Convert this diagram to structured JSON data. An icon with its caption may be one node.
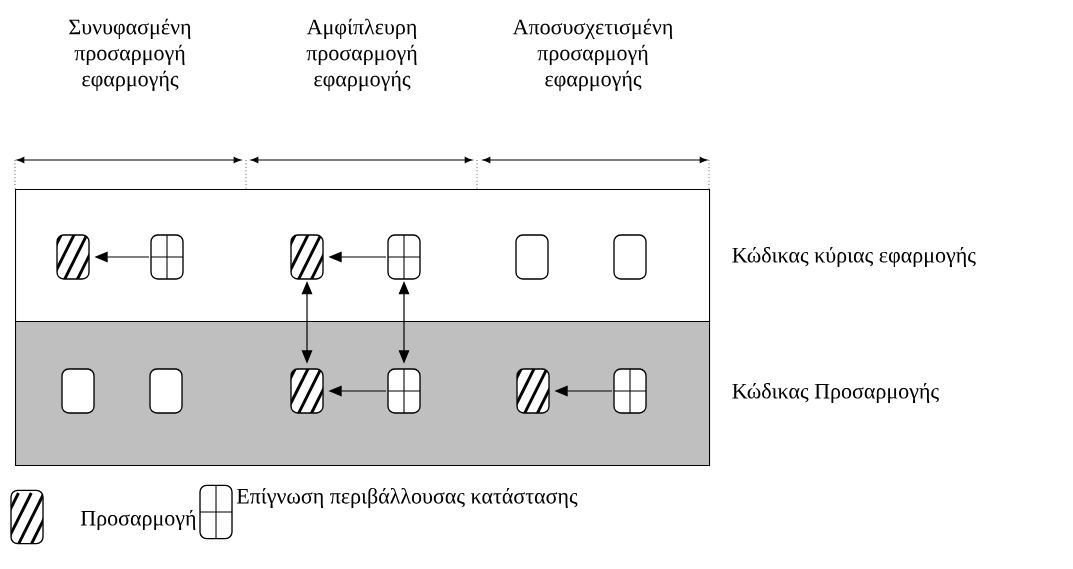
{
  "diagram": {
    "nodes": [
      {
        "text": [],
        "shape": "band",
        "beside": [
          "Κώδικας κύριας εφαρμογής"
        ]
      },
      {
        "text": [],
        "shape": "band",
        "beside": [
          "Κώδικας Προσαρμογής"
        ]
      },
      {
        "text": [],
        "shape": "hatched",
        "in": 0
      },
      {
        "text": [],
        "shape": "grid",
        "in": 0
      },
      {
        "text": [],
        "shape": "hatched",
        "in": 0
      },
      {
        "text": [],
        "shape": "grid",
        "in": 0
      },
      {
        "text": [],
        "shape": "box",
        "in": 0
      },
      {
        "text": [],
        "shape": "box",
        "in": 0
      },
      {
        "text": [],
        "shape": "box",
        "in": 1
      },
      {
        "text": [],
        "shape": "box",
        "in": 1
      },
      {
        "text": [],
        "shape": "hatched",
        "in": 1
      },
      {
        "text": [],
        "shape": "grid",
        "in": 1
      },
      {
        "text": [],
        "shape": "hatched",
        "in": 1
      },
      {
        "text": [],
        "shape": "grid",
        "in": 1
      }
    ],
    "edges": [
      {
        "from": 3,
        "to": 2,
        "arrow": "to"
      },
      {
        "from": 5,
        "to": 4,
        "arrow": "to"
      },
      {
        "from": 4,
        "to": 10,
        "arrow": "both"
      },
      {
        "from": 5,
        "to": 11,
        "arrow": "both"
      },
      {
        "from": 11,
        "to": 10,
        "arrow": "to"
      },
      {
        "from": 13,
        "to": 12,
        "arrow": "to"
      }
    ],
    "labels": [
      "Συνυφασμένη προσαρμογή εφαρμογής",
      "Αμφίπλευρη προσαρμογή εφαρμογής",
      "Αποσυσχετισμένη προσαρμογή εφαρμογής"
    ],
    "legend": [
      {
        "text": "Προσαρμογή"
      },
      {
        "text": "Επίγνωση περιβάλλουσας κατάστασης"
      }
    ]
  }
}
